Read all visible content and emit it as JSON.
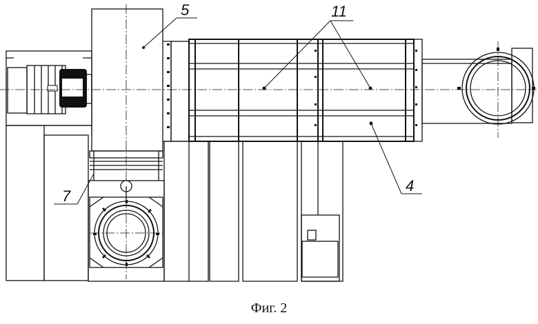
{
  "caption": "Фиг. 2",
  "labels": {
    "l5": "5",
    "l11": "11",
    "l7": "7",
    "l4": "4"
  }
}
